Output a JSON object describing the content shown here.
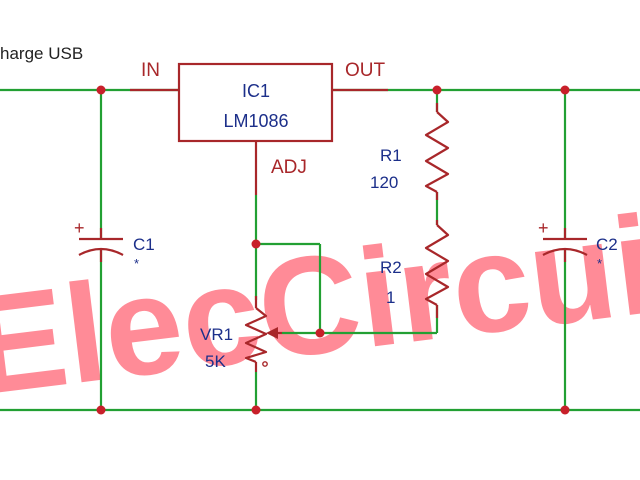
{
  "caption": "harge USB",
  "regulator": {
    "ref": "IC1",
    "part": "LM1086",
    "pin_in": "IN",
    "pin_out": "OUT",
    "pin_adj": "ADJ"
  },
  "components": {
    "c1": {
      "ref": "C1",
      "polarity": "+",
      "mark": "*"
    },
    "c2": {
      "ref": "C2",
      "polarity": "+",
      "mark": "*"
    },
    "r1": {
      "ref": "R1",
      "value": "120"
    },
    "r2": {
      "ref": "R2",
      "value": "1"
    },
    "vr1": {
      "ref": "VR1",
      "value": "5K"
    }
  },
  "watermark": "ElecCircuit.",
  "colors": {
    "wire": "#22a033",
    "part": "#a8272a",
    "junction": "#c8202a",
    "label_blue": "#1c2f8a",
    "label_red": "#a8272a",
    "watermark": "#ff6f7e",
    "text_black": "#222222"
  }
}
